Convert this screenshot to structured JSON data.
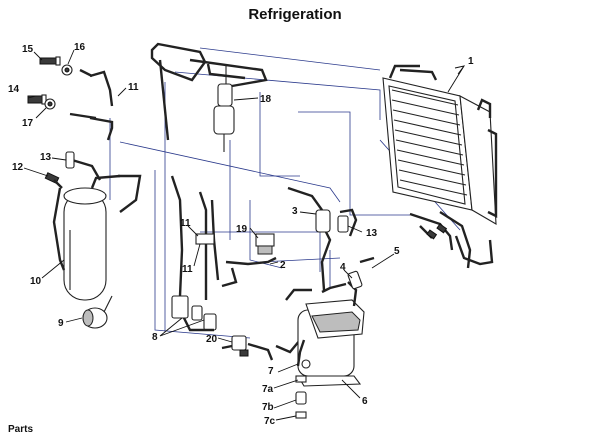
{
  "title": "Refrigeration",
  "labels": {
    "l1": "1",
    "l2": "2",
    "l3": "3",
    "l4": "4",
    "l5": "5",
    "l6": "6",
    "l7": "7",
    "l7a": "7a",
    "l7b": "7b",
    "l7c": "7c",
    "l8": "8",
    "l9": "9",
    "l10": "10",
    "l11a": "11",
    "l11b": "11",
    "l11c": "11",
    "l12": "12",
    "l13a": "13",
    "l13b": "13",
    "l14": "14",
    "l15": "15",
    "l16": "16",
    "l17": "17",
    "l18": "18",
    "l19": "19",
    "l20": "20"
  },
  "footer": "Parts"
}
